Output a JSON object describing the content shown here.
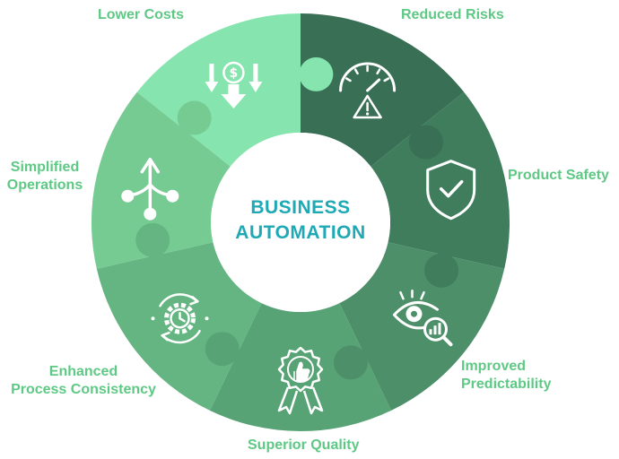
{
  "center": {
    "line1": "BUSINESS",
    "line2": "AUTOMATION"
  },
  "segments": [
    {
      "id": "reduced-risks",
      "label_lines": [
        "Reduced Risks"
      ],
      "icon": "gauge-warning-icon",
      "color": "#386f55"
    },
    {
      "id": "product-safety",
      "label_lines": [
        "Product Safety"
      ],
      "icon": "shield-check-icon",
      "color": "#3f7d5d"
    },
    {
      "id": "improved-predictability",
      "label_lines": [
        "Improved",
        "Predictability"
      ],
      "icon": "eye-analytics-icon",
      "color": "#4c8f69"
    },
    {
      "id": "superior-quality",
      "label_lines": [
        "Superior Quality"
      ],
      "icon": "quality-badge-icon",
      "color": "#58a375"
    },
    {
      "id": "enhanced-process-consistency",
      "label_lines": [
        "Enhanced",
        "Process Consistency"
      ],
      "icon": "gear-clock-icon",
      "color": "#64b581"
    },
    {
      "id": "simplified-operations",
      "label_lines": [
        "Simplified",
        "Operations"
      ],
      "icon": "branch-arrow-icon",
      "color": "#75cb92"
    },
    {
      "id": "lower-costs",
      "label_lines": [
        "Lower Costs"
      ],
      "icon": "money-down-icon",
      "color": "#86e4ae"
    }
  ],
  "label_color": "#5ec984",
  "title_color": "#1ea9b5"
}
